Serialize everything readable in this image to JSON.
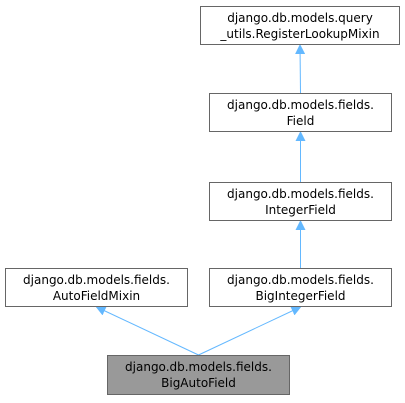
{
  "diagram": {
    "nodes": [
      {
        "id": "register-lookup-mixin",
        "line1": "django.db.models.query",
        "line2": "_utils.RegisterLookupMixin",
        "current": false
      },
      {
        "id": "field",
        "line1": "django.db.models.fields.",
        "line2": "Field",
        "current": false
      },
      {
        "id": "integer-field",
        "line1": "django.db.models.fields.",
        "line2": "IntegerField",
        "current": false
      },
      {
        "id": "auto-field-mixin",
        "line1": "django.db.models.fields.",
        "line2": "AutoFieldMixin",
        "current": false
      },
      {
        "id": "big-integer-field",
        "line1": "django.db.models.fields.",
        "line2": "BigIntegerField",
        "current": false
      },
      {
        "id": "big-auto-field",
        "line1": "django.db.models.fields.",
        "line2": "BigAutoField",
        "current": true
      }
    ],
    "edges": [
      {
        "from": "field",
        "to": "register-lookup-mixin"
      },
      {
        "from": "integer-field",
        "to": "field"
      },
      {
        "from": "big-integer-field",
        "to": "integer-field"
      },
      {
        "from": "big-auto-field",
        "to": "auto-field-mixin"
      },
      {
        "from": "big-auto-field",
        "to": "big-integer-field"
      }
    ],
    "colors": {
      "edge": "#63b8ff",
      "node_border": "#666666",
      "current_fill": "#999999"
    }
  }
}
